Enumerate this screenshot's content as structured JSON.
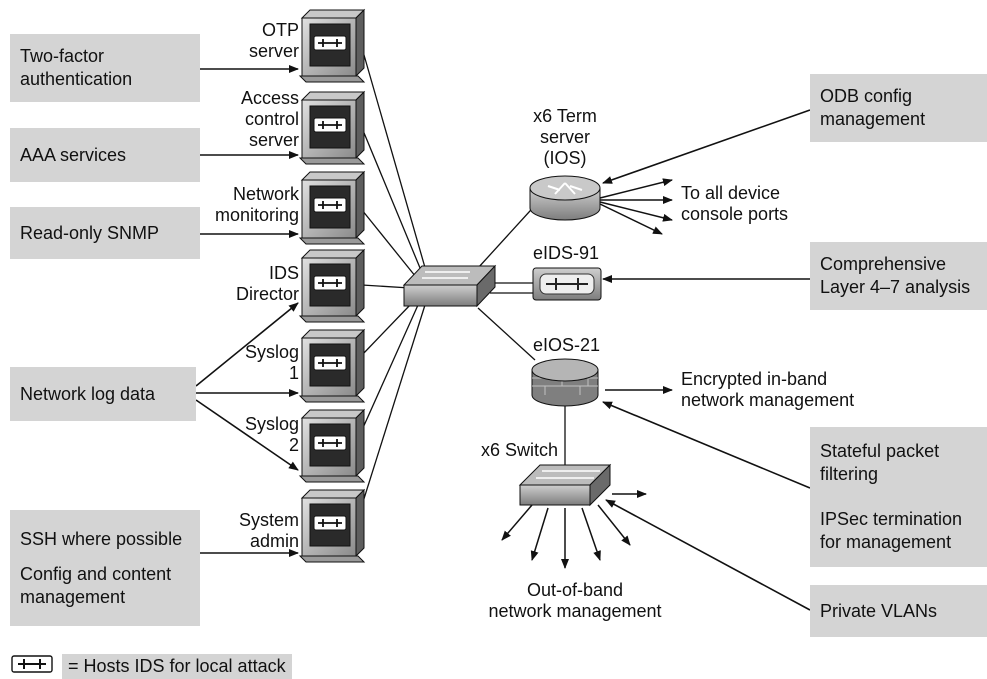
{
  "left_boxes": [
    {
      "lines": [
        "Two-factor",
        "authentication"
      ]
    },
    {
      "lines": [
        "AAA services"
      ]
    },
    {
      "lines": [
        "Read-only SNMP"
      ]
    },
    {
      "lines": [
        "Network log data"
      ]
    },
    {
      "lines": [
        "SSH where possible",
        "",
        "Config and content",
        "management"
      ]
    }
  ],
  "servers": [
    {
      "label": "OTP\nserver"
    },
    {
      "label": "Access\ncontrol\nserver"
    },
    {
      "label": "Network\nmonitoring"
    },
    {
      "label": "IDS\nDirector"
    },
    {
      "label": "Syslog\n1"
    },
    {
      "label": "Syslog\n2"
    },
    {
      "label": "System\nadmin"
    }
  ],
  "devices": {
    "term_server": "x6 Term\nserver\n(IOS)",
    "eids": "eIDS-91",
    "eios": "eIOS-21",
    "switch": "x6 Switch"
  },
  "annotations": {
    "console": "To all device\nconsole ports",
    "encrypted": "Encrypted in-band\nnetwork management",
    "oob": "Out-of-band\nnetwork management"
  },
  "right_boxes": [
    {
      "lines": [
        "ODB config",
        "management"
      ]
    },
    {
      "lines": [
        "Comprehensive",
        "Layer 4–7 analysis"
      ]
    },
    {
      "lines": [
        "Stateful packet",
        "filtering",
        "",
        "IPSec termination",
        "for management"
      ]
    },
    {
      "lines": [
        "Private VLANs"
      ]
    }
  ],
  "legend": {
    "text": "= Hosts IDS for local attack",
    "icon": "ids-card-icon"
  }
}
